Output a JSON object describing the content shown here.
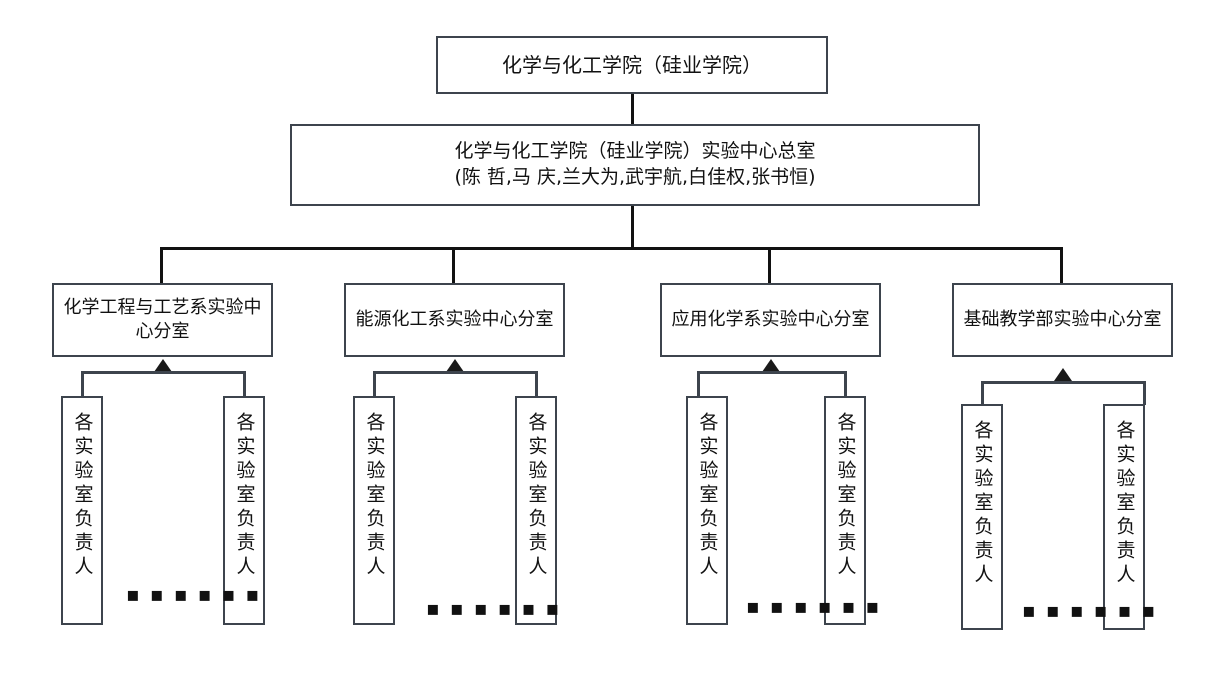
{
  "diagram": {
    "title_root": "化学与化工学院（硅业学院）",
    "center": {
      "line1": "化学与化工学院（硅业学院）实验中心总室",
      "line2": "(陈 哲,马 庆,兰大为,武宇航,白佳权,张书恒)"
    },
    "departments": [
      {
        "label": "化学工程与工艺系实验中心分室"
      },
      {
        "label": "能源化工系实验中心分室"
      },
      {
        "label": "应用化学系实验中心分室"
      },
      {
        "label": "基础教学部实验中心分室"
      }
    ],
    "leaf_label": "各实验室负责人",
    "ellipsis": "▪ ▪ ▪ ▪ ▪ ▪",
    "colors": {
      "box_border": "#3d444d",
      "connector": "#111111",
      "background": "#ffffff",
      "text": "#111111"
    }
  }
}
